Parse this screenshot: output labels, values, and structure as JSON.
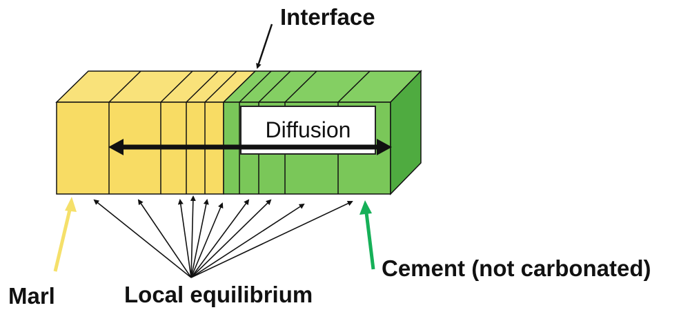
{
  "labels": {
    "interface": "Interface",
    "diffusion": "Diffusion",
    "marl": "Marl",
    "local_equilibrium": "Local equilibrium",
    "cement": "Cement (not carbonated)"
  },
  "colors": {
    "marl_front": "#f8dc64",
    "marl_top": "#f9e27a",
    "cement_front": "#7ac759",
    "cement_top": "#84cf63",
    "cement_side": "#4fab40",
    "marl_arrow": "#f5e06a",
    "cement_arrow": "#16b058",
    "outline": "#111111"
  }
}
